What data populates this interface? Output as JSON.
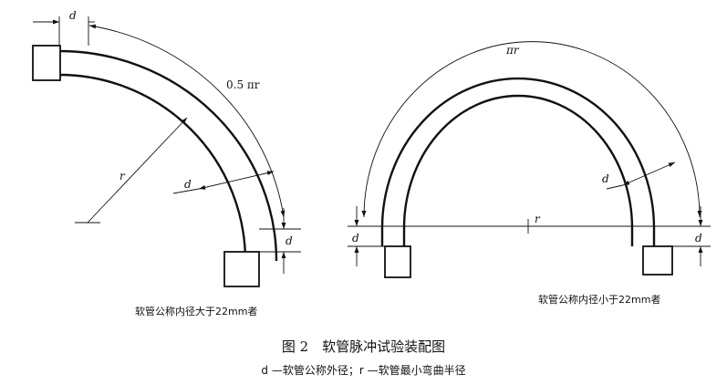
{
  "labels": {
    "d": "d",
    "r": "r",
    "half_pi_r": "0.5 πr",
    "pi_r": "πr"
  },
  "captions": {
    "left": "软管公称内径大于22mm者",
    "right": "软管公称内径小于22mm者"
  },
  "figure": {
    "title": "图 2　软管脉冲试验装配图",
    "legend": "d —软管公称外径；r —软管最小弯曲半径"
  }
}
